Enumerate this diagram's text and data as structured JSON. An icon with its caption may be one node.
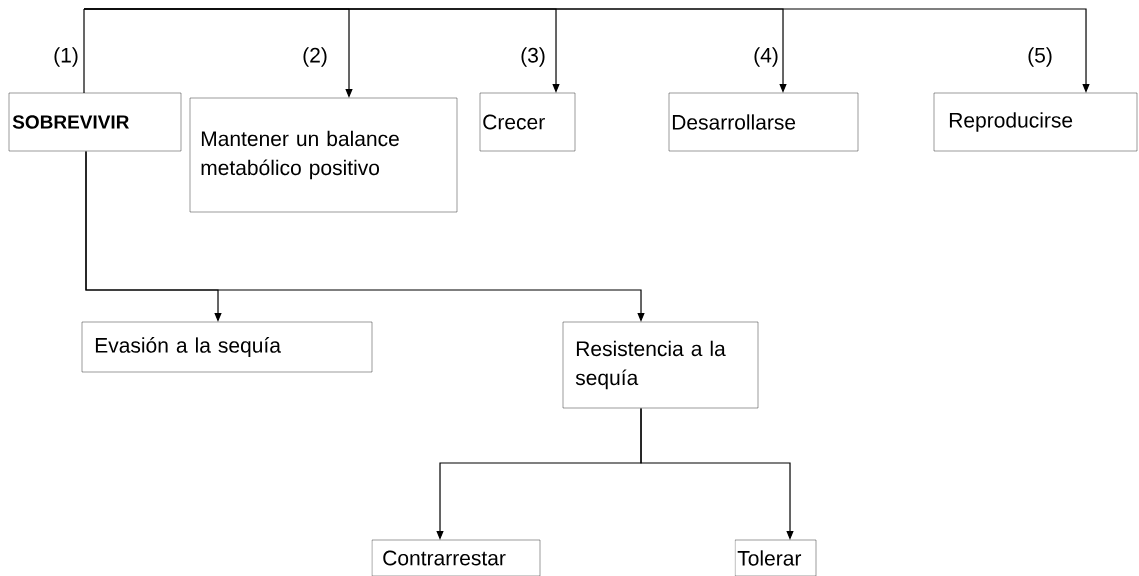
{
  "diagram": {
    "nodes": [
      {
        "text": [
          "SOBREVIVIR"
        ],
        "beside": [
          "(1)"
        ]
      },
      {
        "text": [
          "Mantener un balance metabólico positivo"
        ],
        "beside": [
          "(2)"
        ]
      },
      {
        "text": [
          "Crecer"
        ],
        "beside": [
          "(3)"
        ]
      },
      {
        "text": [
          "Desarrollarse"
        ],
        "beside": [
          "(4)"
        ]
      },
      {
        "text": [
          "Reproducirse"
        ],
        "beside": [
          "(5)"
        ]
      },
      {
        "text": [
          "Evasión a la sequía"
        ]
      },
      {
        "text": [
          "Resistencia a la sequía"
        ]
      },
      {
        "text": [
          "Contrarrestar"
        ]
      },
      {
        "text": [
          "Tolerar"
        ]
      }
    ],
    "edges": [
      {
        "from": null,
        "to": 0,
        "arrow": "none"
      },
      {
        "from": null,
        "to": 1,
        "arrow": "to"
      },
      {
        "from": null,
        "to": 2,
        "arrow": "to"
      },
      {
        "from": null,
        "to": 3,
        "arrow": "to"
      },
      {
        "from": null,
        "to": 4,
        "arrow": "to"
      },
      {
        "from": 0,
        "to": 5,
        "arrow": "to"
      },
      {
        "from": 0,
        "to": 6,
        "arrow": "to"
      },
      {
        "from": 6,
        "to": 7,
        "arrow": "to"
      },
      {
        "from": 6,
        "to": 8,
        "arrow": "to"
      }
    ]
  }
}
